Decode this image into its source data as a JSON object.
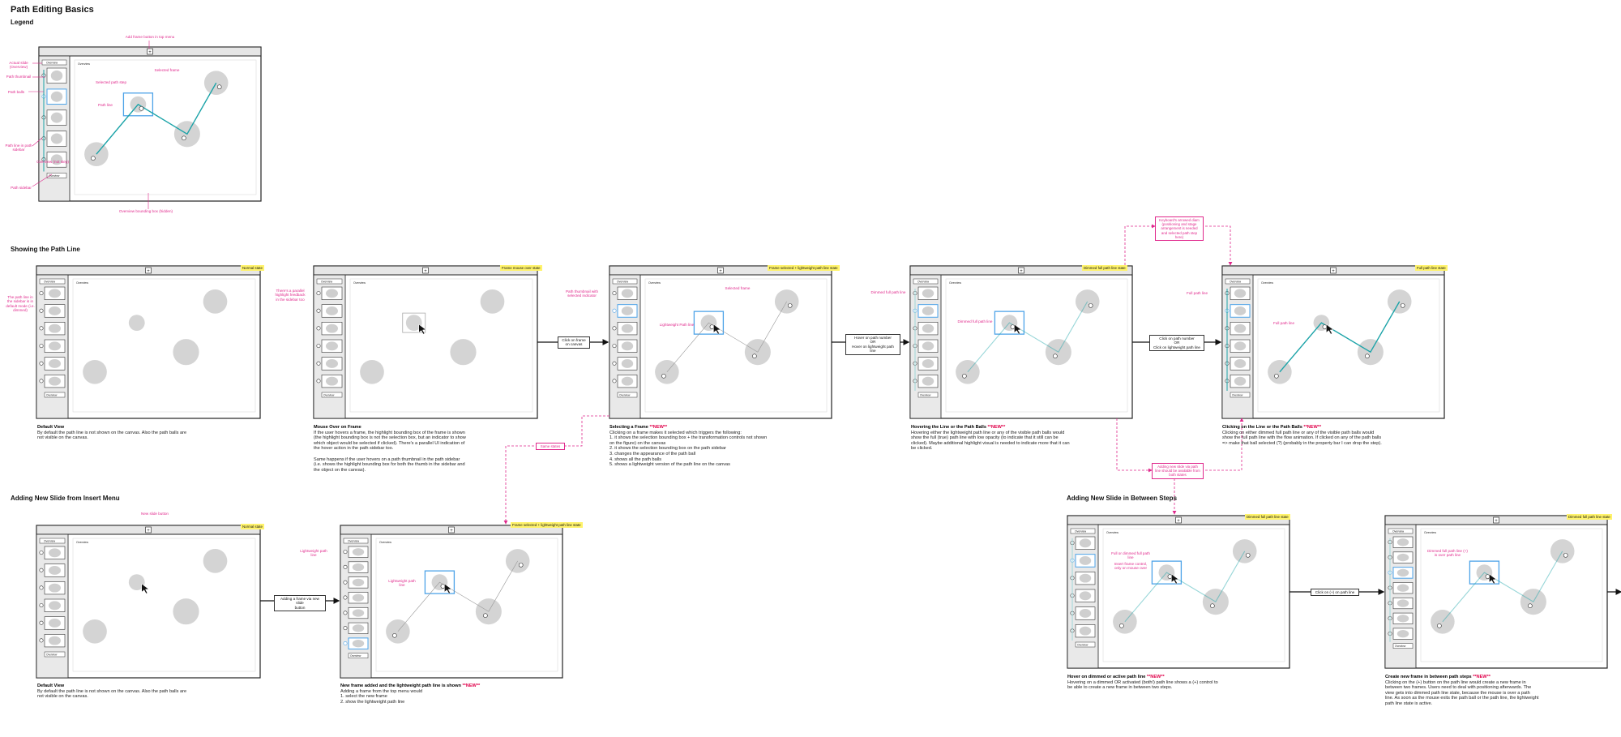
{
  "page": {
    "title": "Path Editing Basics",
    "legend_heading": "Legend",
    "section_showing": "Showing the Path Line",
    "section_insert": "Adding New Slide from Insert Menu",
    "section_between": "Adding New Slide in Between Steps"
  },
  "mockup": {
    "overview_label": "Overview",
    "add_icon": "+"
  },
  "legend_annotations": {
    "add_frame": "Add frame button in top menu",
    "actual_item": "Actual slide (Overview)",
    "path_thumbnail": "Path thumbnail",
    "path_balls": "Path balls",
    "path_line_sidebar": "Path line in path sidebar",
    "overview_item": "Overview (not step)",
    "path_sidebar": "Path sidebar",
    "selected_path_step": "Selected path step",
    "selected_frame": "Selected frame",
    "path_line": "Path line",
    "overview_bbox": "Overview bounding box (hidden)"
  },
  "state_tags": {
    "normal": "Normal state",
    "frame_hover": "Frame mouse over state",
    "frame_selected": "Frame selected + lightweight path line state",
    "dimmed": "Dimmed full path line state",
    "full": "Full path line state"
  },
  "connectors": {
    "click_frame": "Click on frame\non canvas",
    "hover_path": "Hover on path number\nOR\nHover on lightweight path line",
    "click_path": "Click on path number\nOR\nClick on lightweight path line",
    "adding_frame": "Adding a frame via new slide\nbutton",
    "click_plus": "Click on (+) on path line"
  },
  "pink_notes": {
    "default_hint": "The path line in the sidebar is in default mode (i.e. dimmed)",
    "hover_hint": "There's a parallel highlight feedback in the sidebar too",
    "thumb_selected": "Path thumbnail with selected indicator",
    "selected_frame": "Selected frame",
    "lightweight": "Lightweight Path line",
    "dimmed_sidebar": "Dimmed full path line",
    "dimmed_canvas": "Dimmed full path line",
    "full_sidebar": "Full path line",
    "full_canvas": "Full path line",
    "flow_note": "Keyboard's arrowed diam (positioning and stage arrangement is needed and selected path step here)",
    "adding_note": "Adding new slide via path line should be available from both states",
    "same_states": "Same states",
    "new_slide_button": "New slide button",
    "lw_a": "Lightweight path line",
    "lw_b": "Lightweight path line",
    "full_dimmed": "Full or dimmed full path line",
    "insert_frame": "Insert frame control, only on mouse over",
    "dimmed_plus": "Dimmed full path line (+) is over path line"
  },
  "captions": {
    "default": {
      "title": "Default View",
      "new": "",
      "body": "By default the path line is not shown on the canvas. Also the path balls are not visible on the canvas."
    },
    "mouseover": {
      "title": "Mouse Over on Frame",
      "new": "",
      "body": "If the user hovers a frame, the highlight bounding box of the frame is shown (the highlight bounding box is not the selection box, but an indicator to show which object would be selected if clicked). There's a parallel UI indication of the hover action in the path sidebar too.\n\nSame happens if the user hovers on a path thumbnail in the path sidebar (i.e. shows the highlight bounding box for both the thumb in the sidebar and the object on the canvas)."
    },
    "selecting": {
      "title": "Selecting a Frame",
      "new": "**NEW**",
      "body": "Clicking on a frame makes it selected which triggers the following:\n1. it shows the selection bounding box + the transformation controls not shown on the figure) on the canvas\n2. it shows the selection bounding box on the path sidebar\n3. changes the appearance of the path ball\n4. shows all the path balls\n5. shows a lightweight version of the path line on the canvas"
    },
    "hovering": {
      "title": "Hovering the Line or the Path Balls",
      "new": "**NEW**",
      "body": "Hovering either the lightweight path line or any of the visible path balls would show the full (true) path line with low opacity (to indicate that it still can be clicked). Maybe additional highlight visual is needed to indicate more that it can be clicked."
    },
    "clicking": {
      "title": "Clicking on the Line or the Path Balls",
      "new": "**NEW**",
      "body": "Clicking on either dimmed full path line or any of the visible path balls would show the full path line with the flow animation. If clicked on any of the path balls => make that ball selected (?) (probably in the property bar I can drop the step)."
    },
    "default2": {
      "title": "Default View",
      "new": "",
      "body": "By default the path line is not shown on the canvas. Also the path balls are not visible on the canvas."
    },
    "newframe": {
      "title": "New frame added and the lightweight path line is shown",
      "new": "**NEW**",
      "body": "Adding a frame from the top menu would\n1. select the new frame\n2. show the lightweight path line"
    },
    "hoverdimmed": {
      "title": "Hover on dimmed or active path line",
      "new": "**NEW**",
      "body": "Hovering on a dimmed OR activated (both!) path line shows a (+) control to be able to create a new frame in between two steps."
    },
    "createnew": {
      "title": "Create new frame in between path steps",
      "new": "**NEW**",
      "body": "Clicking on the (+) button on the path line would create a new frame in between two frames. Users need to deal with positioning afterwards. The view gets into dimmed path line state, because the mouse is over a path line. As soon as the mouse exits the path ball or the path line, the lightweight path line state is active."
    }
  },
  "colors": {
    "path": "#1ba3a8",
    "annotation": "#e0288c",
    "selection": "#4da3e8",
    "state_tag": "#fff36b"
  }
}
